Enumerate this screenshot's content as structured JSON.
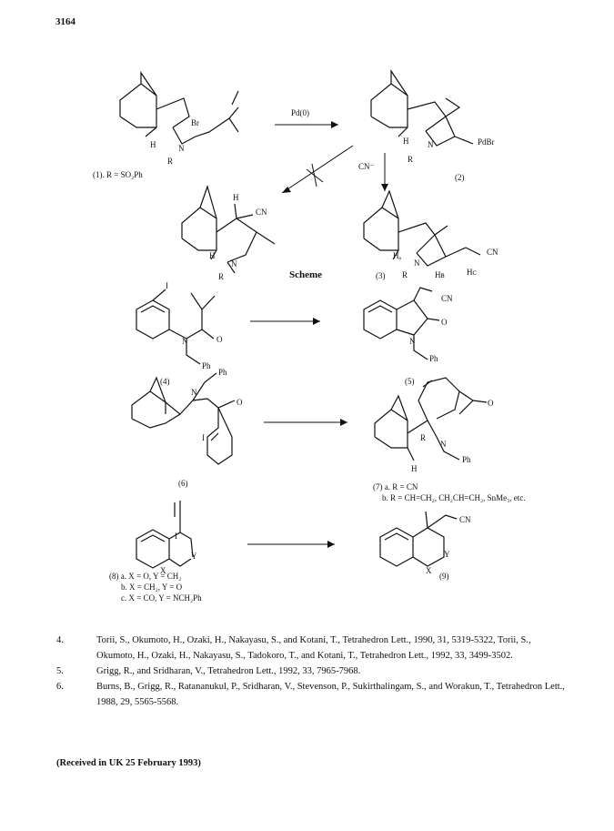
{
  "page_number": "3164",
  "scheme_title": "Scheme",
  "reagents": {
    "pd": "Pd(0)",
    "cn": "CN⁻"
  },
  "labels": {
    "br": "Br",
    "pdbr": "PdBr",
    "cn_group": "CN",
    "h": "H",
    "n": "N",
    "r": "R",
    "i": "I",
    "o": "O",
    "ph": "Ph",
    "x": "X",
    "y": "Y",
    "ha": "Hₐ",
    "hb": "Hʙ",
    "hc": "Hᴄ"
  },
  "captions": {
    "c1": "(1). R = SO₂Ph",
    "c2": "(2)",
    "c3": "(3)",
    "c4": "(4)",
    "c5": "(5)",
    "c6": "(6)",
    "c7a": "(7) a. R = CN",
    "c7b": "b. R = CH=CH₂, CH₂CH=CH₂, SnMe₃, etc.",
    "c8a": "(8) a. X = O, Y = CH₂",
    "c8b": "b. X = CH₂, Y = O",
    "c8c": "c. X = CO, Y = NCH₂Ph",
    "c9": "(9)"
  },
  "references": [
    {
      "num": "4.",
      "text": "Torii, S., Okumoto, H., Ozaki, H., Nakayasu, S., and Kotani, T., Tetrahedron Lett., 1990, 31, 5319-5322, Torii, S., Okumoto, H., Ozaki, H., Nakayasu, S., Tadokoro, T., and Kotani, T., Tetrahedron Lett., 1992, 33, 3499-3502."
    },
    {
      "num": "5.",
      "text": "Grigg, R., and Sridharan, V., Tetrahedron Lett., 1992, 33, 7965-7968."
    },
    {
      "num": "6.",
      "text": "Burns, B., Grigg, R., Ratananukul, P., Sridharan, V., Stevenson, P., Sukirthalingam, S., and Worakun, T., Tetrahedron Lett., 1988, 29, 5565-5568."
    }
  ],
  "received": "(Received in UK 25 February 1993)"
}
